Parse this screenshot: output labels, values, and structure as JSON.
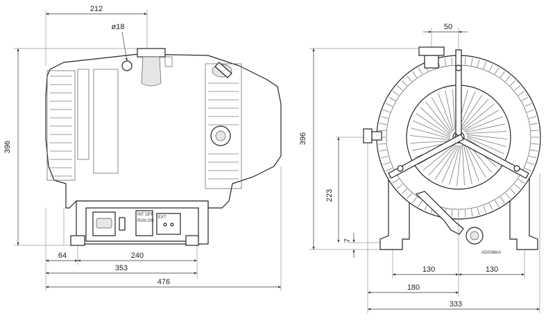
{
  "drawing_ref": "A5/0068/A",
  "side_view": {
    "dims": {
      "top_width": "212",
      "hole_diameter": "ø18",
      "height": "396",
      "offset": "64",
      "foot_spacing": "240",
      "base_length": "353",
      "overall_length": "476"
    },
    "panel_labels": {
      "label_a": "INT OFF",
      "label_b": "RUN ON",
      "label_c": "EXT"
    }
  },
  "front_view": {
    "dims": {
      "inlet_offset": "50",
      "height": "396",
      "centre_height": "223",
      "foot_height": "7",
      "half_width_left": "130",
      "half_width_right": "130",
      "left_to_centre": "180",
      "overall_width": "333"
    }
  }
}
